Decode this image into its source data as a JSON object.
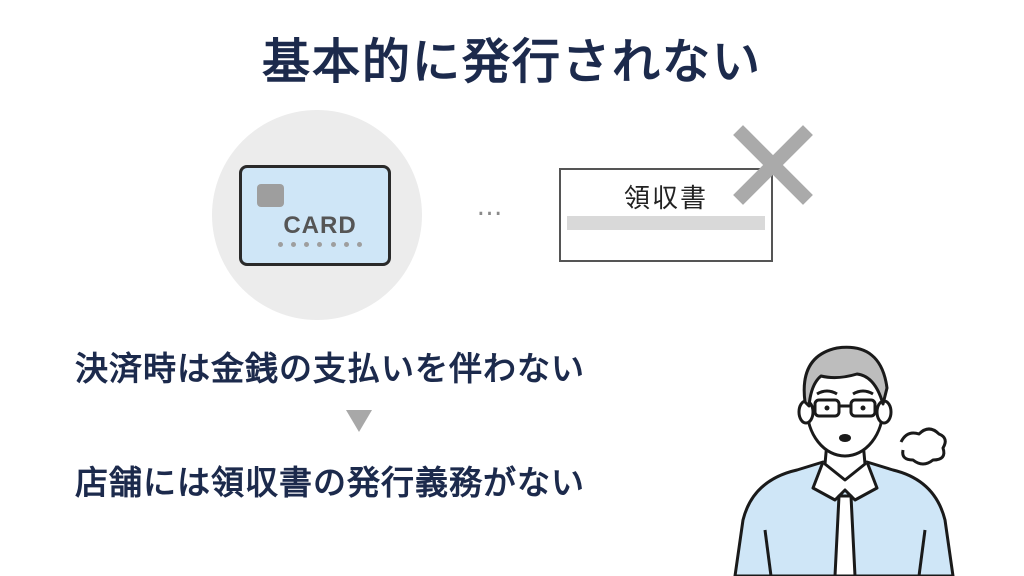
{
  "title": "基本的に発行されない",
  "card": {
    "label": "CARD"
  },
  "ellipsis": "…",
  "receipt": {
    "label": "領収書"
  },
  "statements": {
    "line1": "決済時は金銭の支払いを伴わない",
    "line2": "店舗には領収書の発行義務がない"
  },
  "colors": {
    "title": "#1c2a4c",
    "card_fill": "#cfe6f7",
    "circle_bg": "#ececec",
    "x_mark": "#aaaaaa",
    "shirt": "#cfe6f7"
  },
  "icons": [
    "credit-card-icon",
    "receipt-icon",
    "cross-icon",
    "down-arrow-icon",
    "confused-man-illustration"
  ]
}
